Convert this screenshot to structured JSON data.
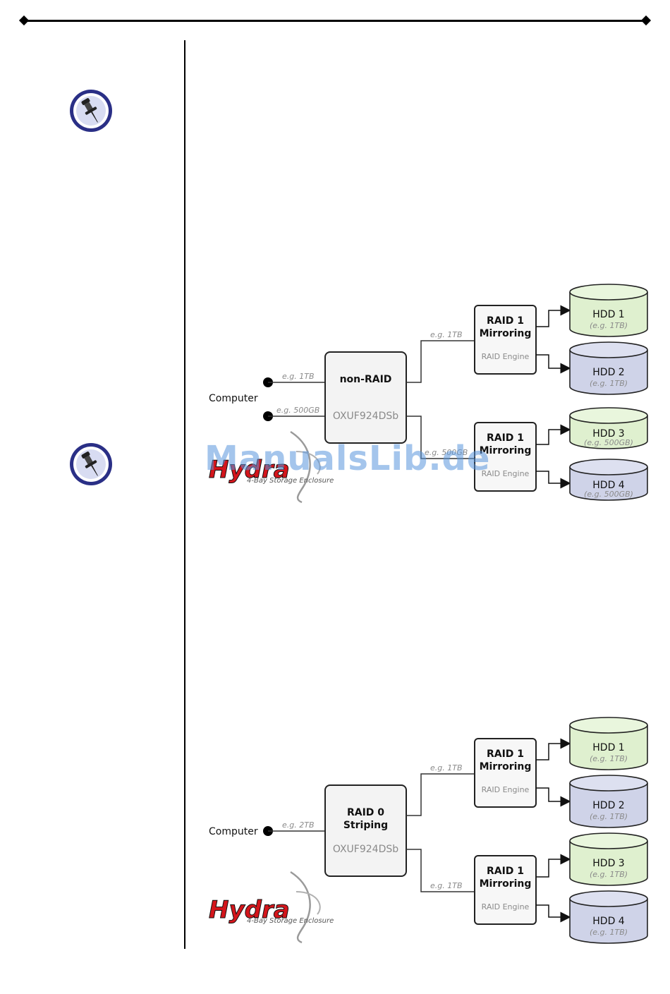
{
  "watermark": "ManualsLib.de",
  "diagrams": [
    {
      "computer_label": "Computer",
      "inputs": [
        "e.g. 1TB",
        "e.g. 500GB"
      ],
      "controller": {
        "title": "non-RAID",
        "subtitle": "",
        "chip": "OXUF924DSb"
      },
      "links": [
        "e.g. 1TB",
        "e.g. 500GB"
      ],
      "engines": [
        {
          "title": "RAID 1",
          "subtitle": "Mirroring",
          "engine": "RAID Engine"
        },
        {
          "title": "RAID 1",
          "subtitle": "Mirroring",
          "engine": "RAID Engine"
        }
      ],
      "disks": [
        {
          "label": "HDD 1",
          "size": "(e.g. 1TB)",
          "color": "#dff0cf"
        },
        {
          "label": "HDD 2",
          "size": "(e.g. 1TB)",
          "color": "#cfd3e8"
        },
        {
          "label": "HDD 3",
          "size": "(e.g. 500GB)",
          "color": "#dff0cf"
        },
        {
          "label": "HDD 4",
          "size": "(e.g. 500GB)",
          "color": "#cfd3e8"
        }
      ],
      "logo": {
        "brand": "Hydra",
        "tagline": "4-Bay Storage Enclosure"
      }
    },
    {
      "computer_label": "Computer",
      "inputs": [
        "e.g. 2TB"
      ],
      "controller": {
        "title": "RAID 0",
        "subtitle": "Striping",
        "chip": "OXUF924DSb"
      },
      "links": [
        "e.g. 1TB",
        "e.g. 1TB"
      ],
      "engines": [
        {
          "title": "RAID 1",
          "subtitle": "Mirroring",
          "engine": "RAID Engine"
        },
        {
          "title": "RAID 1",
          "subtitle": "Mirroring",
          "engine": "RAID Engine"
        }
      ],
      "disks": [
        {
          "label": "HDD 1",
          "size": "(e.g. 1TB)",
          "color": "#dff0cf"
        },
        {
          "label": "HDD 2",
          "size": "(e.g. 1TB)",
          "color": "#cfd3e8"
        },
        {
          "label": "HDD 3",
          "size": "(e.g. 1TB)",
          "color": "#dff0cf"
        },
        {
          "label": "HDD 4",
          "size": "(e.g. 1TB)",
          "color": "#cfd3e8"
        }
      ],
      "logo": {
        "brand": "Hydra",
        "tagline": "4-Bay Storage Enclosure"
      }
    }
  ]
}
